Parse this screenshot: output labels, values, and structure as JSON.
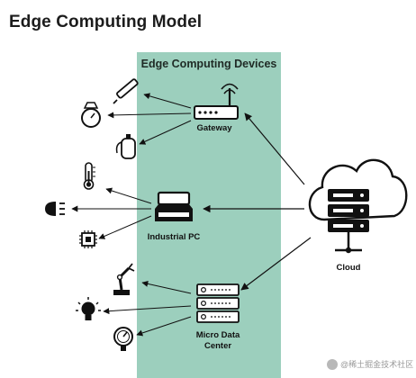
{
  "title": "Edge Computing Model",
  "band_title": "Edge Computing Devices",
  "labels": {
    "gateway": "Gateway",
    "industrial_pc": "Industrial PC",
    "micro_data_center_line1": "Micro Data",
    "micro_data_center_line2": "Center",
    "cloud": "Cloud"
  },
  "watermark": "@稀土掘金技术社区",
  "colors": {
    "band": "#9ccfbd",
    "ink": "#111111"
  },
  "icons": {
    "gateway": "router-icon",
    "industrial_pc": "drive-box-icon",
    "micro_data_center": "server-rack-icon",
    "cloud": "cloud-server-icon",
    "devices": [
      "pen-icon",
      "scale-icon",
      "gas-tank-icon",
      "thermometer-icon",
      "headlight-icon",
      "chip-icon",
      "robot-arm-icon",
      "light-bulb-icon",
      "pressure-gauge-icon"
    ]
  }
}
